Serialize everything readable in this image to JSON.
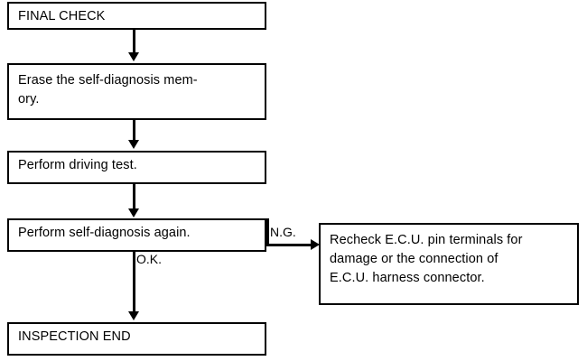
{
  "diagram": {
    "title": "FINAL CHECK flowchart",
    "background_color": "#ffffff",
    "stroke_color": "#000000",
    "nodes": [
      {
        "id": "final-check",
        "label": "FINAL CHECK",
        "lines": [
          "FINAL CHECK"
        ]
      },
      {
        "id": "erase-memory",
        "label": "Erase the self-diagnosis memory.",
        "lines": [
          "Erase the self-diagnosis mem-",
          "ory."
        ]
      },
      {
        "id": "driving-test",
        "label": "Perform driving test.",
        "lines": [
          "Perform driving test."
        ]
      },
      {
        "id": "self-diagnosis-again",
        "label": "Perform self-diagnosis again.",
        "lines": [
          "Perform self-diagnosis again."
        ]
      },
      {
        "id": "inspection-end",
        "label": "INSPECTION END",
        "lines": [
          "INSPECTION END"
        ]
      },
      {
        "id": "recheck-ecu",
        "label": "Recheck E.C.U. pin terminals for damage or the connection of E.C.U. harness connector.",
        "lines": [
          "Recheck E.C.U. pin terminals for",
          "damage or the connection of",
          "E.C.U. harness connector."
        ]
      }
    ],
    "edge_labels": {
      "ng": "N.G.",
      "ok": "O.K."
    }
  }
}
